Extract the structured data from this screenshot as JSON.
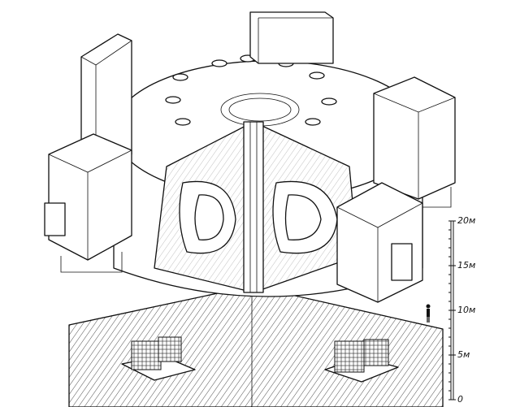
{
  "figure": {
    "subject": "tokamak-reactor-cutaway",
    "scale_bar": {
      "unit": "м",
      "min": 0,
      "max": 20,
      "labels": [
        {
          "value": 20,
          "text": "20м"
        },
        {
          "value": 15,
          "text": "15м"
        },
        {
          "value": 10,
          "text": "10м"
        },
        {
          "value": 5,
          "text": "5м"
        },
        {
          "value": 0,
          "text": "0"
        }
      ]
    }
  }
}
